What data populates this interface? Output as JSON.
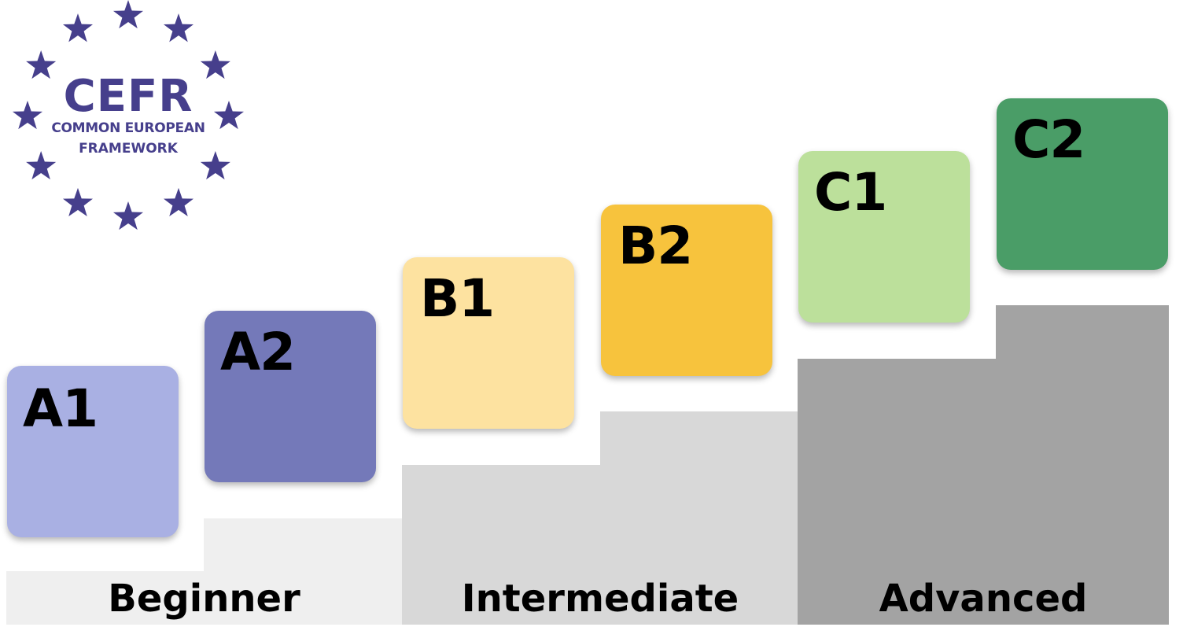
{
  "logo": {
    "title": "CEFR",
    "subtitle_line1": "COMMON EUROPEAN",
    "subtitle_line2": "FRAMEWORK",
    "star_count": 12,
    "color": "#463f8c"
  },
  "levels": [
    {
      "code": "A1",
      "color": "#a9b0e3"
    },
    {
      "code": "A2",
      "color": "#7479b9"
    },
    {
      "code": "B1",
      "color": "#fde2a0"
    },
    {
      "code": "B2",
      "color": "#f7c33d"
    },
    {
      "code": "C1",
      "color": "#bce09b"
    },
    {
      "code": "C2",
      "color": "#4a9d67"
    }
  ],
  "bands": [
    {
      "label": "Beginner",
      "color": "#efefef"
    },
    {
      "label": "Intermediate",
      "color": "#d8d8d8"
    },
    {
      "label": "Advanced",
      "color": "#a3a3a3"
    }
  ]
}
